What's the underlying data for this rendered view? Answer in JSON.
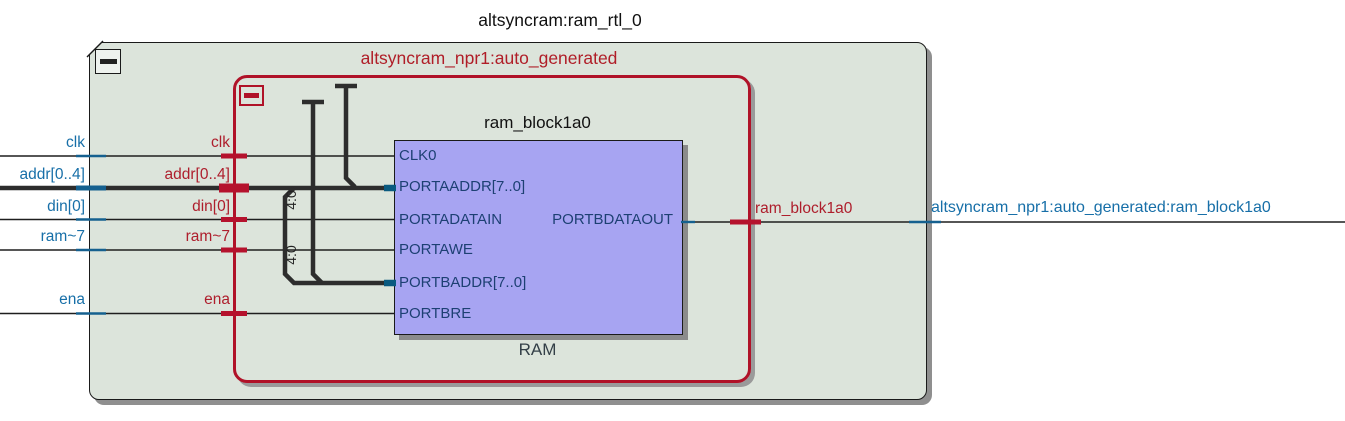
{
  "diagram": {
    "top_title": "altsyncram:ram_rtl_0",
    "hierarchy_title": "altsyncram_npr1:auto_generated",
    "ram_block_title": "ram_block1a0",
    "ram_type_label": "RAM",
    "ports": {
      "clk0": "CLK0",
      "portaaddr": "PORTAADDR[7..0]",
      "portadatain": "PORTADATAIN",
      "portbdataout": "PORTBDATAOUT",
      "portawe": "PORTAWE",
      "portbaddr": "PORTBADDR[7..0]",
      "portbre": "PORTBRE"
    },
    "inputs": [
      {
        "id": "clk",
        "outer_label": "clk",
        "inner_label": "clk"
      },
      {
        "id": "addr",
        "outer_label": "addr[0..4]",
        "inner_label": "addr[0..4]"
      },
      {
        "id": "din",
        "outer_label": "din[0]",
        "inner_label": "din[0]"
      },
      {
        "id": "ram7",
        "outer_label": "ram~7",
        "inner_label": "ram~7"
      },
      {
        "id": "ena",
        "outer_label": "ena",
        "inner_label": "ena"
      }
    ],
    "output": {
      "inner_label": "ram_block1a0",
      "outer_label": "altsyncram_npr1:auto_generated:ram_block1a0"
    },
    "bus_slices": {
      "first": "4:0",
      "second": "4:0"
    },
    "icons": {
      "outer_collapse": "minus-icon",
      "inner_collapse": "minus-icon"
    },
    "colors": {
      "module_fill": "#dce4db",
      "module_border": "#1a1a1a",
      "hierarchy_border": "#b01228",
      "block_fill": "#a7a4f2",
      "port_text": "#1d4073",
      "net_label_blue": "#176fa8",
      "net_label_red": "#ae1e2c",
      "wire": "#1e1e1e",
      "bus_stub_teal": "#0a5a80",
      "border_crossing_blue": "#15608f",
      "shadow": "#8f8f8f"
    }
  }
}
